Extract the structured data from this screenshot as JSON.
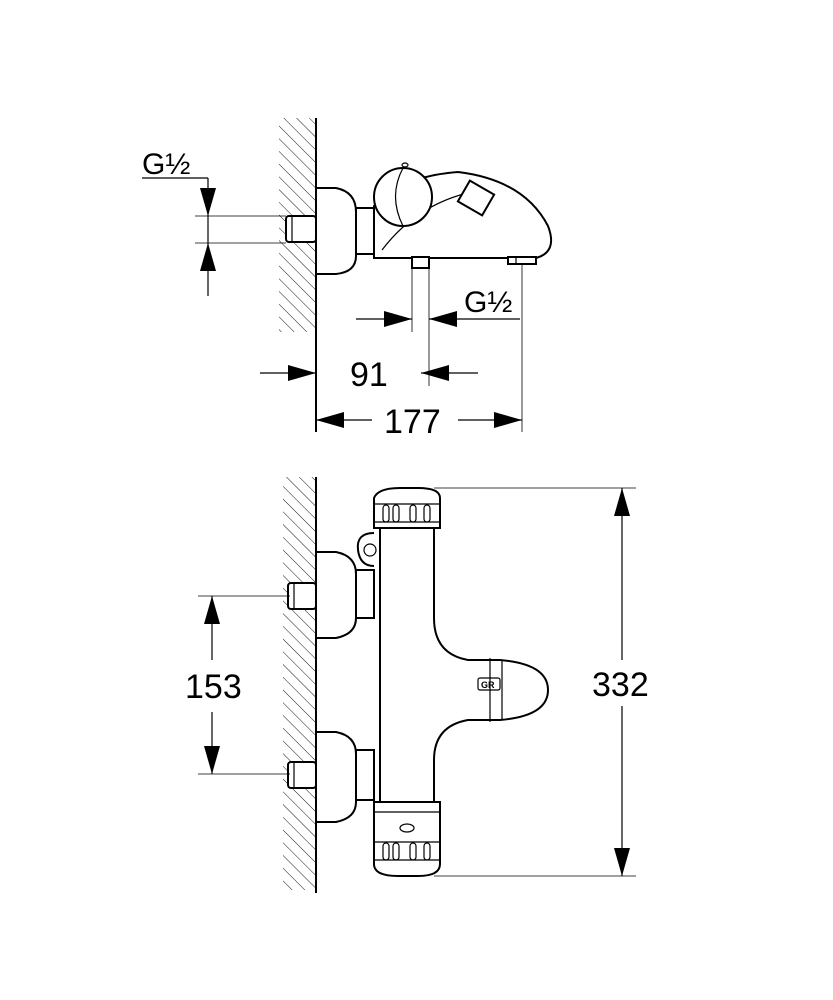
{
  "side_view": {
    "thread_inlet_label": "G½",
    "thread_outlet_label": "G½",
    "dim_spout_offset": "91",
    "dim_depth": "177"
  },
  "front_view": {
    "dim_inlet_spacing": "153",
    "dim_height": "332",
    "logo_text": "GR"
  }
}
